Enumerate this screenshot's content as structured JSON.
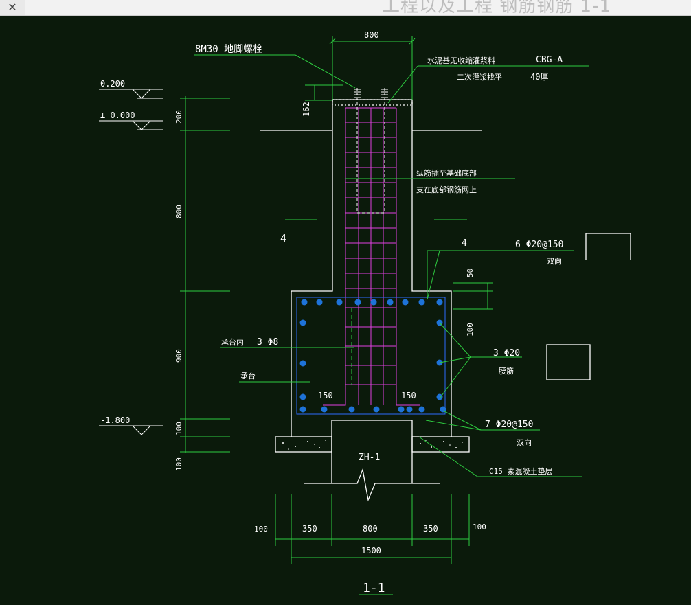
{
  "window": {
    "close_label": "✕",
    "title": "工程以及工程 钢筋钢筋 1-1"
  },
  "drawing": {
    "top_width": "800",
    "anchor_bolt": "8M30 地脚螺栓",
    "grout_material": "水泥基无收缩灌浆料",
    "grout_grade": "CBG-A",
    "secondary_grout": "二次灌浆找平",
    "grout_thickness": "40厚",
    "bolt_depth": "162",
    "elev_top": "0.200",
    "elev_zero": "± 0.000",
    "elev_bottom": "-1.800",
    "dim_200": "200",
    "dim_800": "800",
    "dim_900": "900",
    "dim_100a": "100",
    "dim_100b": "100",
    "rebar_note_1": "纵筋插至基础底部",
    "rebar_note_2": "支在底部钢筋网上",
    "marker_left": "4",
    "marker_right": "4",
    "mesh_rebar": "6 Φ20@150",
    "mesh_dir": "双向",
    "cover_50": "50",
    "cover_100": "100",
    "inner_stirrup_label": "承台内",
    "inner_stirrup_rebar": "3 Φ8",
    "cap_label": "承台",
    "waist_rebar": "3 Φ20",
    "waist_label": "腰筋",
    "anchor_left": "150",
    "anchor_right": "150",
    "bottom_rebar": "7 Φ20@150",
    "bottom_dir": "双向",
    "pile_label": "ZH-1",
    "cushion_note": "C15 素混凝土垫层",
    "bot_dim_100l": "100",
    "bot_dim_350l": "350",
    "bot_dim_800": "800",
    "bot_dim_350r": "350",
    "bot_dim_100r": "100",
    "bot_dim_total": "1500",
    "section_label": "1-1"
  },
  "colors": {
    "concrete": "#ffffff",
    "dimension": "#2ecc40",
    "rebar_mesh": "#e040e0",
    "rebar_dot": "#1e73d8",
    "stirrup": "#2c6cff",
    "leader": "#2ecc40"
  }
}
